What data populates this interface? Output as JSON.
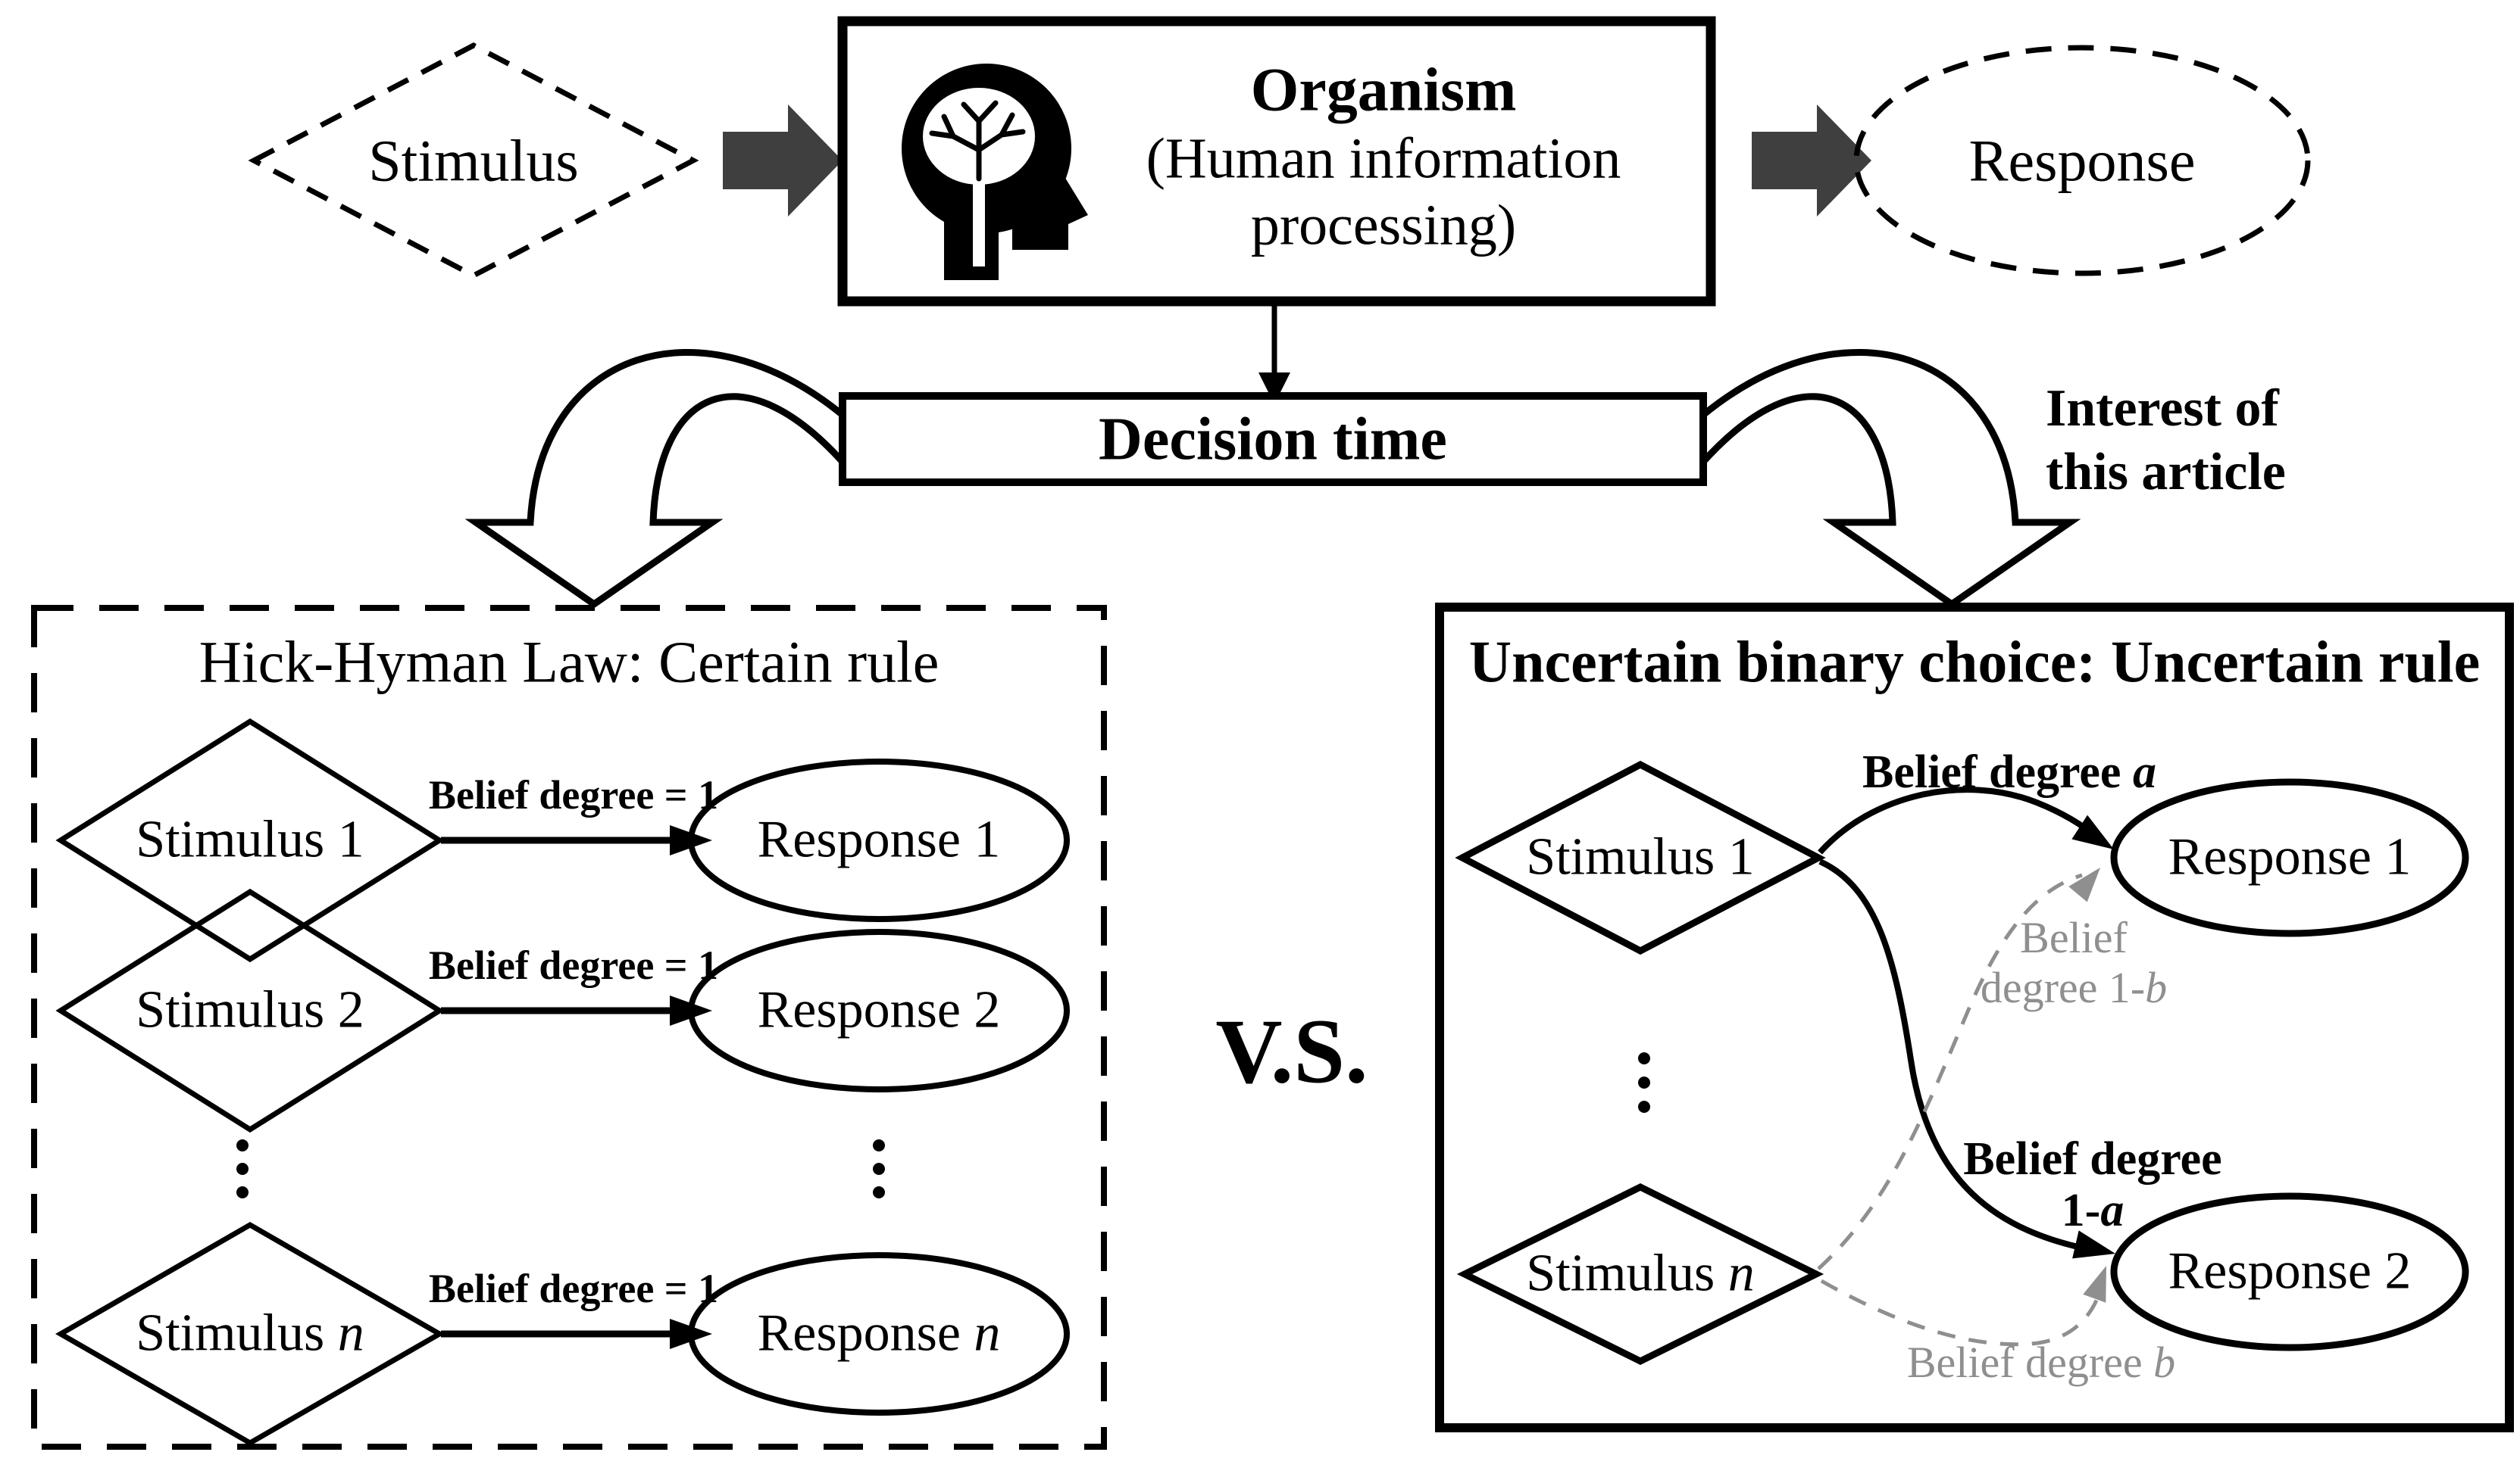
{
  "figure": {
    "top_flow": {
      "stimulus_label": "Stimulus",
      "organism_title": "Organism",
      "organism_subtitle_line1": "(Human information",
      "organism_subtitle_line2": "processing)",
      "response_label": "Response",
      "decision_time_label": "Decision time",
      "interest_note_line1": "Interest of",
      "interest_note_line2": "this article"
    },
    "left_panel": {
      "title": "Hick-Hyman Law: Certain rule",
      "rows": [
        {
          "stimulus": "Stimulus 1",
          "arrow_label": "Belief degree = 1",
          "response": "Response 1"
        },
        {
          "stimulus": "Stimulus 2",
          "arrow_label": "Belief degree = 1",
          "response": "Response 2"
        },
        {
          "stimulus_prefix": "Stimulus ",
          "stimulus_var": "n",
          "arrow_label": "Belief degree = 1",
          "response_prefix": "Response ",
          "response_var": "n"
        }
      ]
    },
    "versus_label": "V.S.",
    "right_panel": {
      "title": "Uncertain binary choice: Uncertain rule",
      "stimulus1": "Stimulus 1",
      "stimulus_n_prefix": "Stimulus ",
      "stimulus_n_var": "n",
      "response1": "Response 1",
      "response2": "Response 2",
      "belief_a_prefix": "Belief degree ",
      "belief_a_var": "a",
      "belief_1a_line1": "Belief degree",
      "belief_1a_line2_prefix": "1-",
      "belief_1a_line2_var": "a",
      "belief_1b_line1": "Belief",
      "belief_1b_line2_prefix": "degree 1-",
      "belief_1b_line2_var": "b",
      "belief_b_prefix": "Belief degree ",
      "belief_b_var": "b"
    },
    "colors": {
      "ink": "#000000",
      "flow_arrow_gray": "#3f3f3f",
      "uncertain_gray": "#8f8f8f"
    }
  }
}
